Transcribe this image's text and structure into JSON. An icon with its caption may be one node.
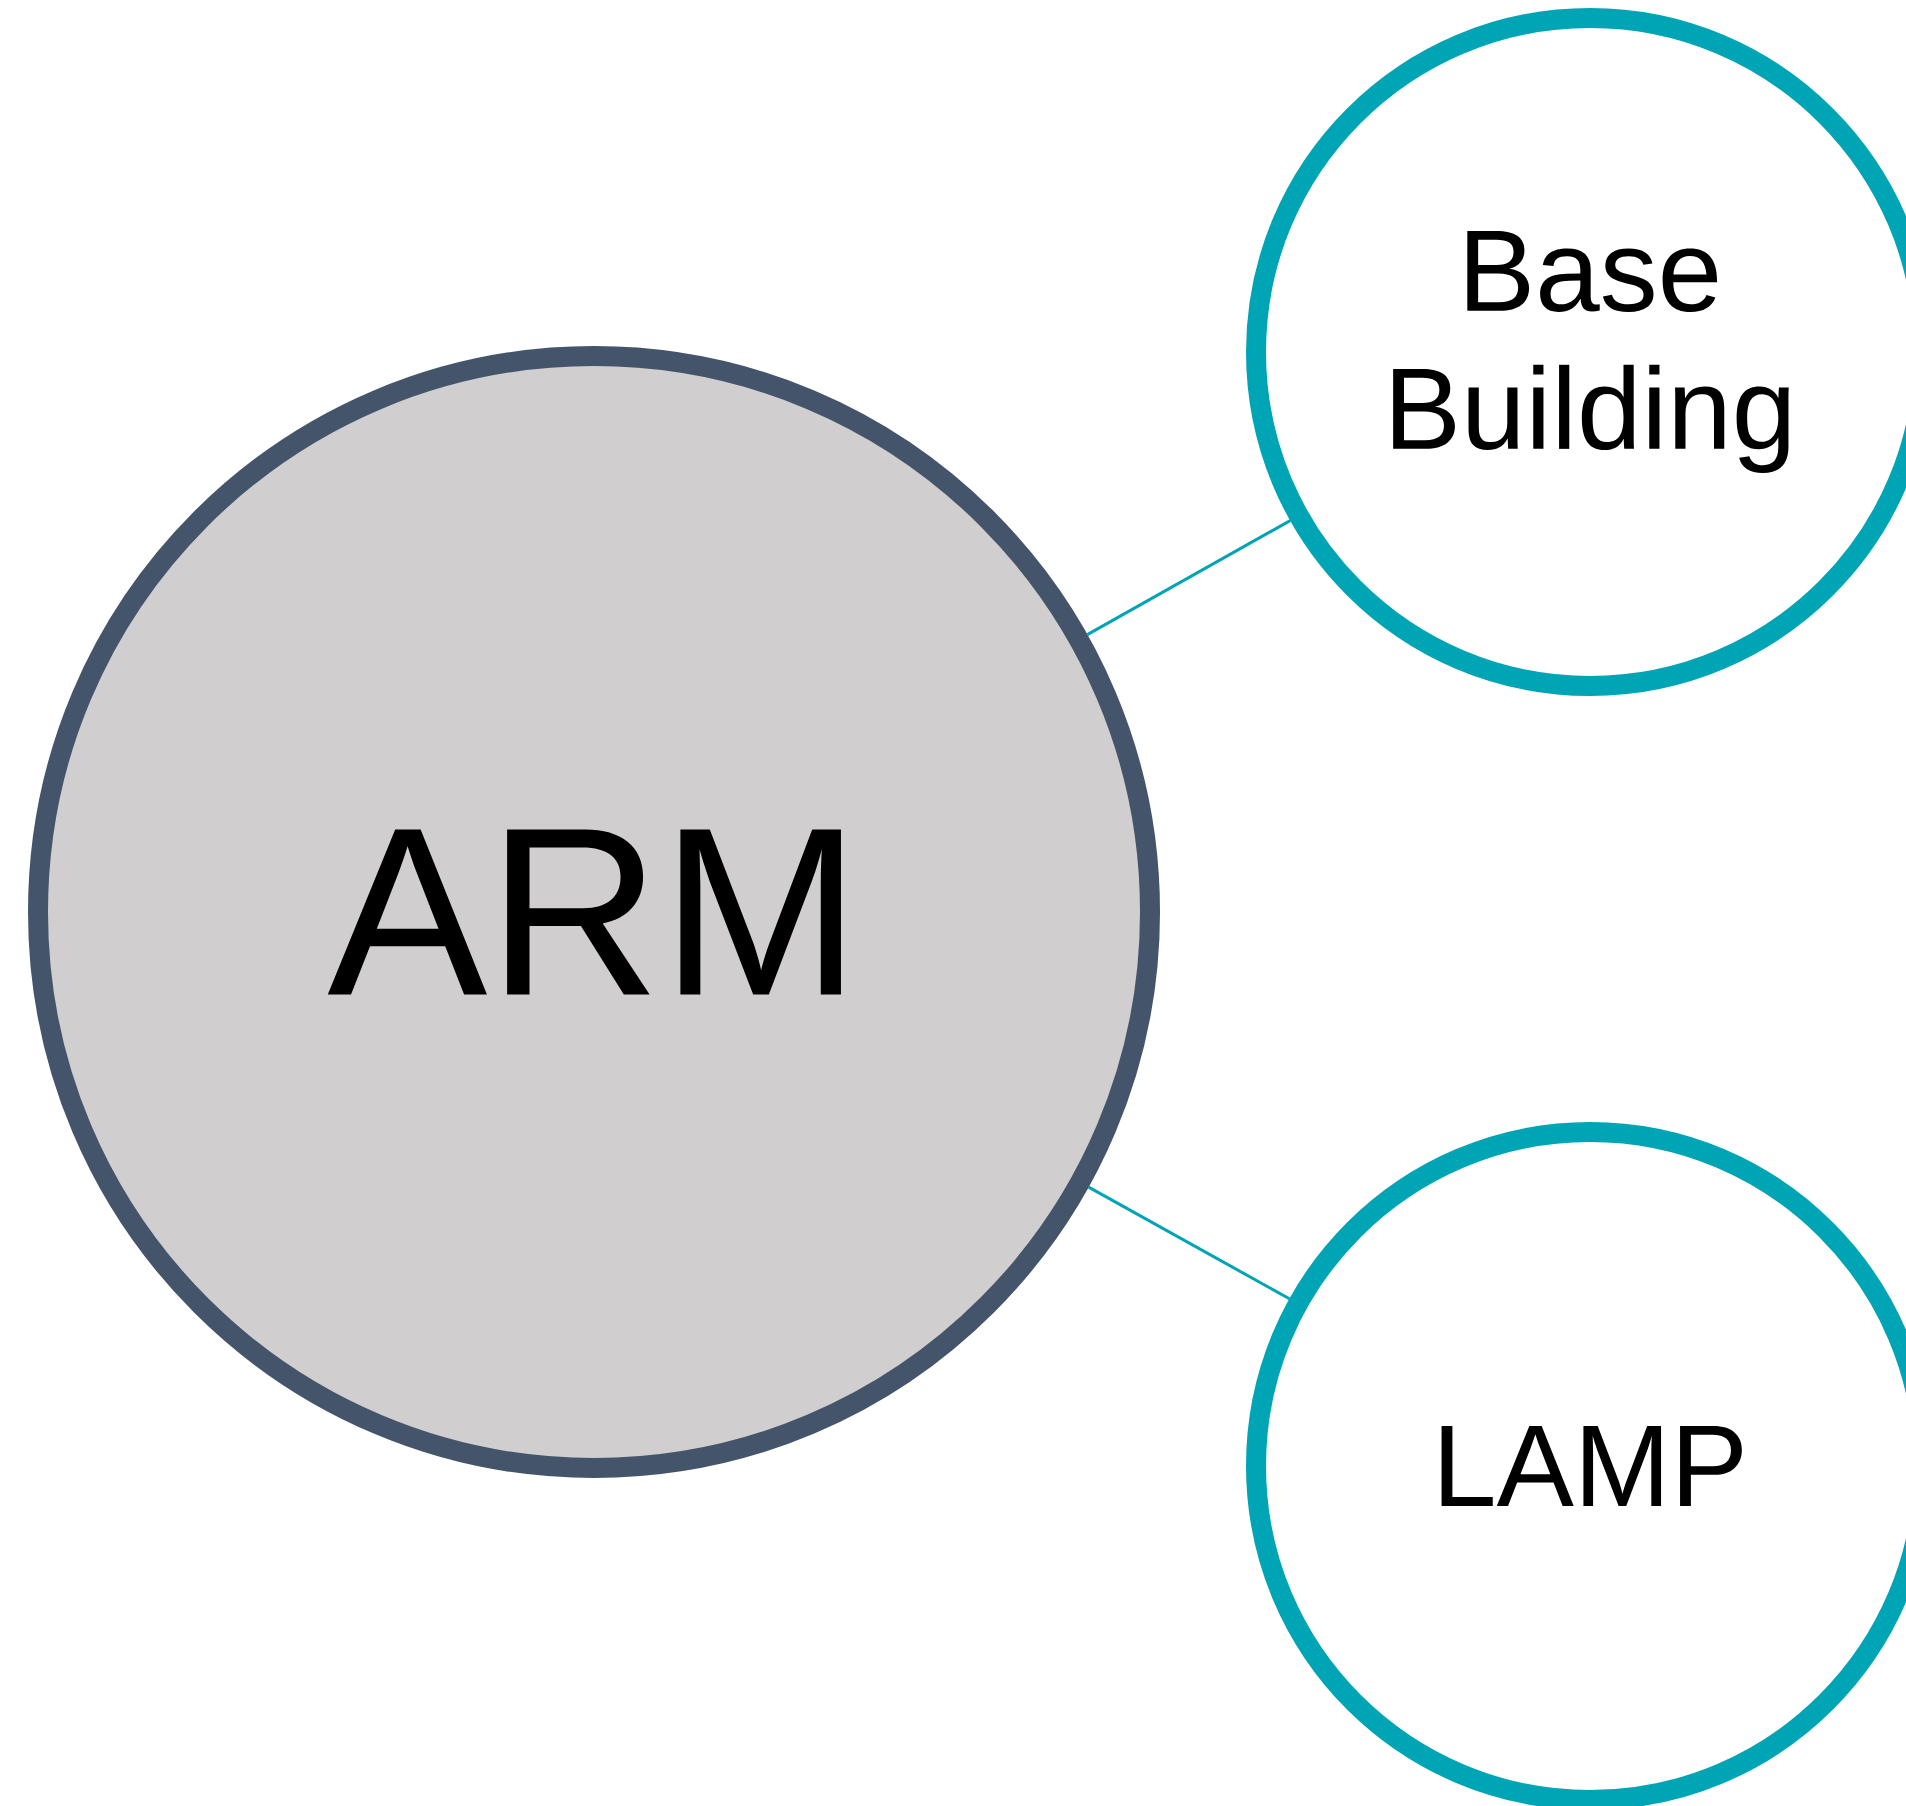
{
  "diagram": {
    "nodes": [
      {
        "text": [
          "ARM"
        ]
      },
      {
        "text": [
          "Base Building"
        ]
      },
      {
        "text": [
          "LAMP"
        ]
      }
    ],
    "edges": [
      {
        "from": 0,
        "to": 1,
        "arrow": "none"
      },
      {
        "from": 0,
        "to": 2,
        "arrow": "none"
      }
    ]
  }
}
